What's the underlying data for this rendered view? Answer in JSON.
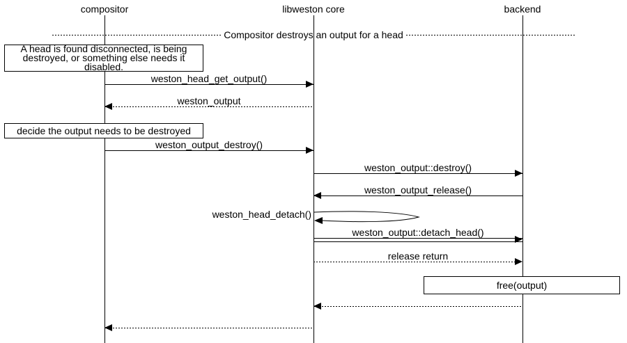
{
  "diagram": {
    "kind": "uml-sequence-diagram",
    "divider_label": "Compositor destroys an output for a head",
    "actors": [
      {
        "id": "compositor",
        "label": "compositor"
      },
      {
        "id": "libweston-core",
        "label": "libweston core"
      },
      {
        "id": "backend",
        "label": "backend"
      }
    ],
    "notes": [
      {
        "text": "A head is found disconnected, is being destroyed, or something else needs it disabled.",
        "over": "compositor"
      },
      {
        "text": "decide the output needs to be destroyed",
        "over": "compositor"
      },
      {
        "text": "free(output)",
        "over": "backend"
      }
    ],
    "messages": [
      {
        "label": "weston_head_get_output()",
        "from": "compositor",
        "to": "libweston core",
        "style": "solid"
      },
      {
        "label": "weston_output",
        "from": "libweston core",
        "to": "compositor",
        "style": "dotted"
      },
      {
        "label": "weston_output_destroy()",
        "from": "compositor",
        "to": "libweston core",
        "style": "solid"
      },
      {
        "label": "weston_output::destroy()",
        "from": "libweston core",
        "to": "backend",
        "style": "solid"
      },
      {
        "label": "weston_output_release()",
        "from": "backend",
        "to": "libweston core",
        "style": "solid"
      },
      {
        "label": "weston_head_detach()",
        "from": "libweston core",
        "to": "libweston core",
        "style": "self"
      },
      {
        "label": "weston_output::detach_head()",
        "from": "libweston core",
        "to": "backend",
        "style": "double"
      },
      {
        "label": "release return",
        "from": "libweston core",
        "to": "backend",
        "style": "dotted"
      },
      {
        "label": "",
        "from": "backend",
        "to": "libweston core",
        "style": "dotted-return"
      },
      {
        "label": "",
        "from": "libweston core",
        "to": "compositor",
        "style": "dotted-return"
      }
    ],
    "colors": {
      "line": "#000000",
      "background": "#ffffff"
    }
  }
}
